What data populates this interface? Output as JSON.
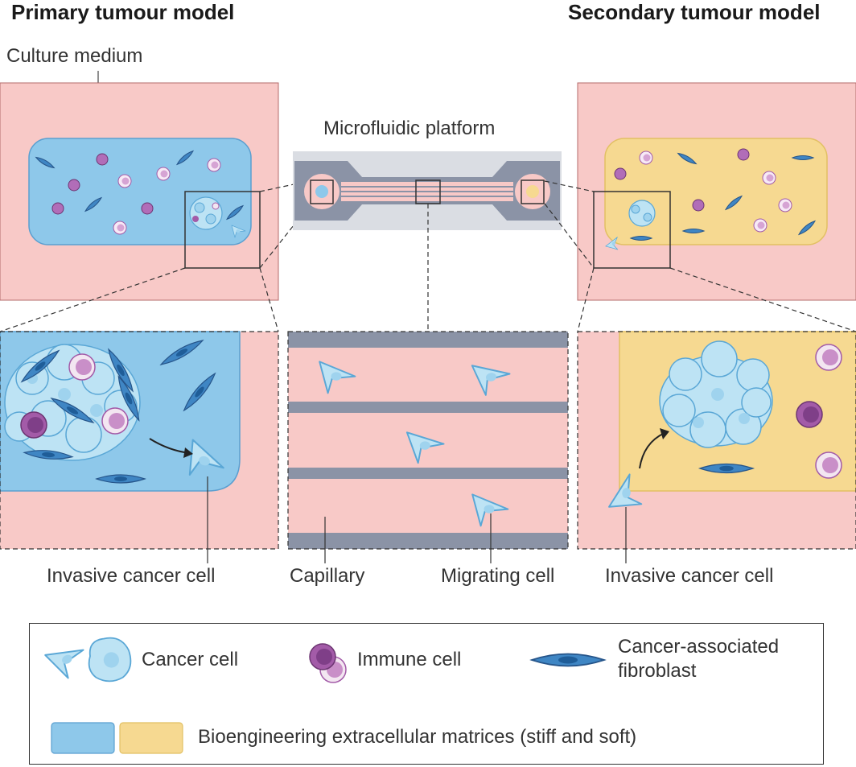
{
  "titles": {
    "primary": "Primary tumour model",
    "secondary": "Secondary tumour model"
  },
  "labels": {
    "culture_medium": "Culture medium",
    "microfluidic_platform": "Microfluidic platform",
    "invasive_left": "Invasive cancer cell",
    "capillary": "Capillary",
    "migrating": "Migrating cell",
    "invasive_right": "Invasive cancer cell"
  },
  "legend": {
    "cancer_cell": "Cancer cell",
    "immune_cell": "Immune cell",
    "caf_line1": "Cancer-associated",
    "caf_line2": "fibroblast",
    "matrices": "Bioengineering extracellular matrices (stiff and soft)"
  },
  "colors": {
    "medium_pink": "#f8c9c7",
    "stiff_matrix_blue": "#8ec8ea",
    "soft_matrix_yellow": "#f6d991",
    "cancer_cell": "#bde3f4",
    "fibroblast": "#3f86c4",
    "immune_purple": "#a35ba8",
    "capillary_wall": "#8b93a6",
    "chip_grey": "#dadde3"
  }
}
